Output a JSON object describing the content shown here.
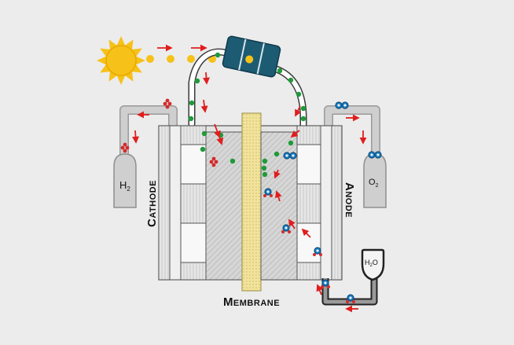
{
  "labels": {
    "cathode": "Cathode",
    "anode": "Anode",
    "membrane": "Membrane",
    "hydrogen_tank": {
      "main": "H",
      "sub": "2"
    },
    "oxygen_tank": {
      "main": "O",
      "sub": "2"
    },
    "water_tank": {
      "main": "H",
      "sub": "2",
      "tail": "O"
    }
  },
  "colors": {
    "background": "#ececec",
    "sun": "#f6c21a",
    "photons": "#f6c21a",
    "solar_panel": "#1d5b73",
    "membrane": "#f1e39a",
    "electron": "#1f9a3a",
    "proton": "#d42a2a",
    "oxygen": "#1f7fc2",
    "arrow": "#e01e1e",
    "pipe": "#c4c4c4",
    "water_pipe": "#2a2a2a"
  },
  "icons": {
    "sun": "sun-icon",
    "solar_panel": "solar-panel-icon"
  }
}
